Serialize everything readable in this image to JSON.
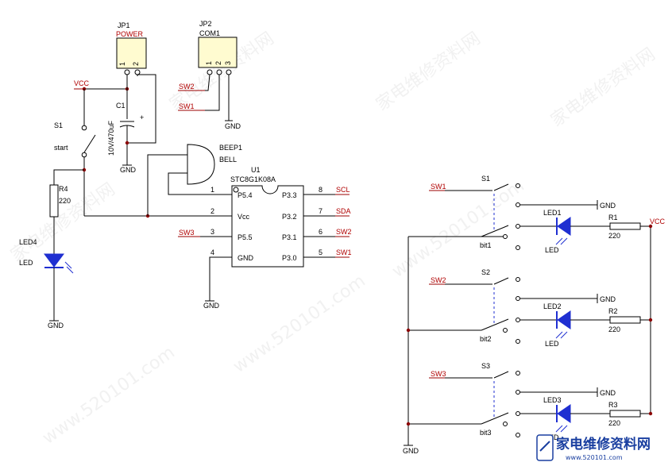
{
  "jp1": {
    "ref": "JP1",
    "value": "POWER",
    "pin1": "1",
    "pin2": "2"
  },
  "jp2": {
    "ref": "JP2",
    "value": "COM1",
    "pin1": "1",
    "pin2": "2",
    "pin3": "3"
  },
  "net": {
    "vcc": "VCC",
    "gnd": "GND",
    "sw1": "SW1",
    "sw2": "SW2",
    "sw3": "SW3",
    "scl": "SCL",
    "sda": "SDA"
  },
  "c1": {
    "ref": "C1",
    "value": "10V/470uF",
    "plus": "+"
  },
  "s1_left": {
    "ref": "S1",
    "label": "start"
  },
  "beep": {
    "ref": "BEEP1",
    "value": "BELL"
  },
  "r4": {
    "ref": "R4",
    "value": "220"
  },
  "led4": {
    "ref": "LED4",
    "value": "LED"
  },
  "u1": {
    "ref": "U1",
    "part": "STC8G1K08A",
    "left_pins": [
      {
        "num": "1",
        "name": "P5.4"
      },
      {
        "num": "2",
        "name": "Vcc"
      },
      {
        "num": "3",
        "name": "P5.5"
      },
      {
        "num": "4",
        "name": "GND"
      }
    ],
    "right_pins": [
      {
        "num": "8",
        "name": "P3.3"
      },
      {
        "num": "7",
        "name": "P3.2"
      },
      {
        "num": "6",
        "name": "P3.1"
      },
      {
        "num": "5",
        "name": "P3.0"
      }
    ]
  },
  "stages": [
    {
      "switch": "S1",
      "bit": "bit1",
      "led": "LED1",
      "led_val": "LED",
      "res": "R1",
      "res_val": "220"
    },
    {
      "switch": "S2",
      "bit": "bit2",
      "led": "LED2",
      "led_val": "LED",
      "res": "R2",
      "res_val": "220"
    },
    {
      "switch": "S3",
      "bit": "bit3",
      "led": "LED3",
      "led_val": "LED",
      "res": "R3",
      "res_val": "220"
    }
  ],
  "watermark": {
    "site": "www.520101.com",
    "cn": "家电维修资料网"
  },
  "logo": {
    "cn": "家电维修资料网",
    "url": "www.520101.com"
  }
}
